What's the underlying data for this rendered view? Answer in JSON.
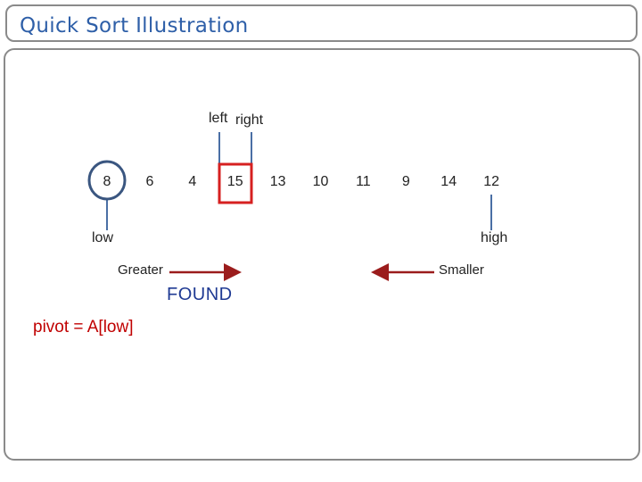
{
  "title": "Quick Sort Illustration",
  "array": {
    "values": [
      "8",
      "6",
      "4",
      "15",
      "13",
      "10",
      "11",
      "9",
      "14",
      "12"
    ],
    "pivot_index": 0,
    "found_index": 3
  },
  "pointers": {
    "left_label": "left",
    "right_label": "right",
    "low_label": "low",
    "high_label": "high"
  },
  "scan": {
    "greater_label": "Greater",
    "smaller_label": "Smaller",
    "found_label": "FOUND"
  },
  "pivot_formula": "pivot = A[low]",
  "colors": {
    "title": "#2e5fa8",
    "pointer_line": "#4a6fa5",
    "pivot_circle": "#3a5680",
    "found_box": "#d62020",
    "arrow": "#9b1c1c",
    "found_text": "#1f3a93",
    "pivot_text": "#c00000"
  }
}
